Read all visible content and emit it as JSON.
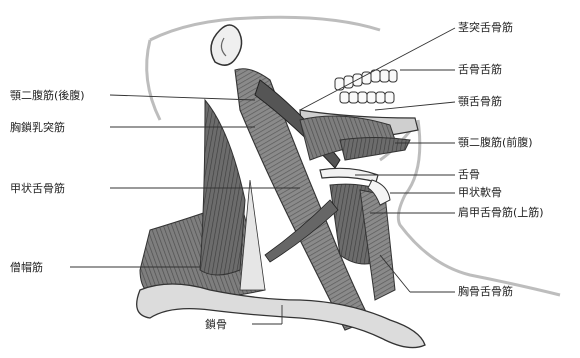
{
  "labels": {
    "sternohyoid_top": "茎突舌骨筋",
    "hyoglossus": "舌骨舌筋",
    "mylohyoid": "顎舌骨筋",
    "digastric_anterior": "顎二腹筋(前腹)",
    "hyoid": "舌骨",
    "thyroid_cartilage": "甲状軟骨",
    "omohyoid_superior": "肩甲舌骨筋(上筋)",
    "sternohyoid": "胸骨舌骨筋",
    "clavicle": "鎖骨",
    "trapezius": "僧帽筋",
    "thyrohyoid": "甲状舌骨筋",
    "sternocleidomastoid": "胸鎖乳突筋",
    "digastric_posterior": "顎二腹筋(後腹)"
  },
  "colors": {
    "muscle": "#7a7a7a",
    "muscle_dark": "#4a4a4a",
    "bone": "#d9d9d9",
    "outline": "#333333",
    "leader": "#333333"
  }
}
